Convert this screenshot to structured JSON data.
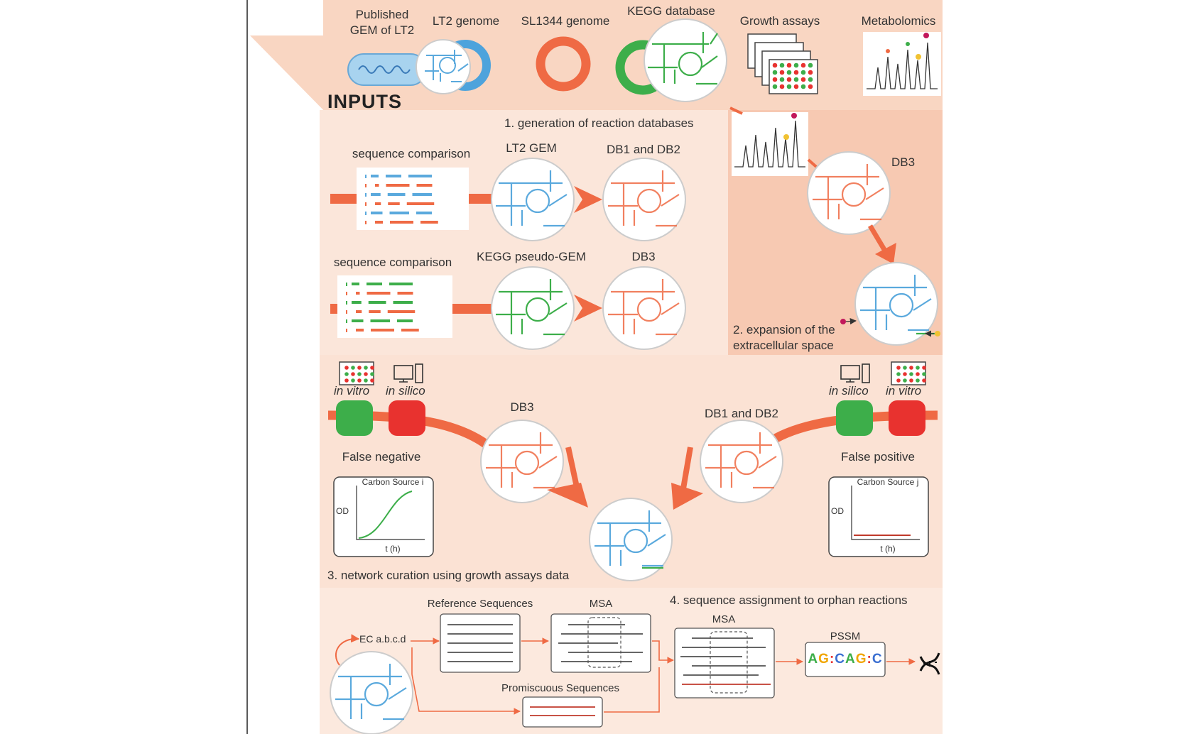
{
  "inputs": {
    "title": "INPUTS",
    "published_gem": "Published\nGEM of LT2",
    "lt2_genome": "LT2 genome",
    "sl1344_genome": "SL1344 genome",
    "kegg_database": "KEGG database",
    "growth_assays": "Growth assays",
    "metabolomics": "Metabolomics"
  },
  "step1": {
    "title": "1. generation of reaction databases",
    "row1": {
      "seq_label": "sequence comparison",
      "source": "LT2 GEM",
      "target": "DB1 and DB2"
    },
    "row2": {
      "seq_label": "sequence comparison",
      "source": "KEGG pseudo-GEM",
      "target": "DB3"
    }
  },
  "step2": {
    "db_label": "DB3",
    "title_line1": "2. expansion of the",
    "title_line2": "extracellular space"
  },
  "step3": {
    "title": "3. network curation using growth assays data",
    "left": {
      "in_vitro": "in vitro",
      "in_silico": "in silico",
      "db_label": "DB3",
      "status": "False negative",
      "plot_title": "Carbon Source i",
      "ylabel": "OD",
      "xlabel": "t (h)"
    },
    "right": {
      "in_silico": "in silico",
      "in_vitro": "in vitro",
      "db_label": "DB1 and DB2",
      "status": "False positive",
      "plot_title": "Carbon Source j",
      "ylabel": "OD",
      "xlabel": "t (h)"
    }
  },
  "step4": {
    "title": "4. sequence assignment to orphan reactions",
    "ec_label": "EC a.b.c.d",
    "ref_sequences": "Reference Sequences",
    "msa1": "MSA",
    "msa2": "MSA",
    "pssm": "PSSM",
    "pssm_motif": "AG:CAG:C",
    "promiscuous": "Promiscuous Sequences"
  },
  "colors": {
    "background_top": "#f9d6c2",
    "panel_light": "#fbe6da",
    "panel_mid": "#f7c9b2",
    "orange": "#ef6a44",
    "blue": "#5aa9dd",
    "green": "#3dae4a",
    "red": "#e8322f"
  }
}
